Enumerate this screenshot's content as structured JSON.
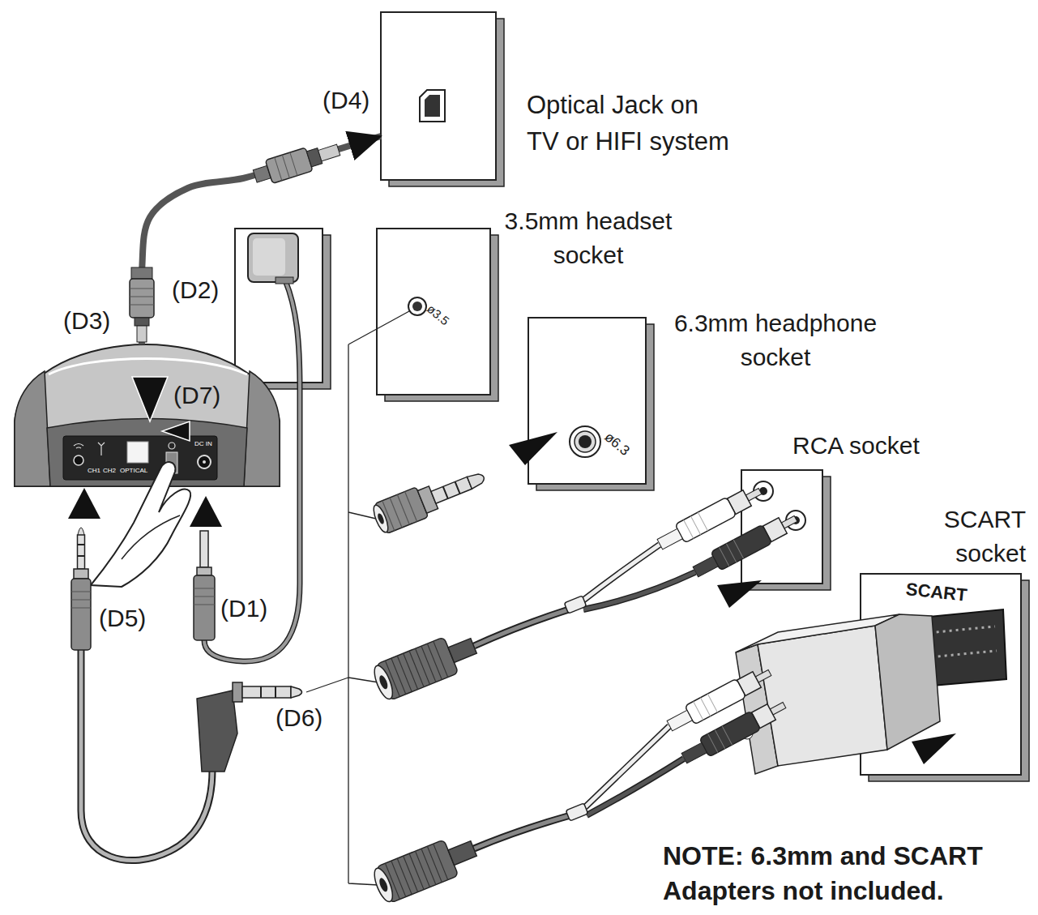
{
  "diagram": {
    "nodes": [
      {
        "text": [
          "Optical Jack on TV or HIFI system"
        ]
      },
      {
        "text": [
          "CH1",
          "CH2",
          "OPTICAL",
          "DC IN"
        ]
      },
      {
        "text": [
          "3.5mm headset socket",
          "ø3.5"
        ]
      },
      {
        "text": [
          "6.3mm headphone socket",
          "ø6.3"
        ]
      },
      {
        "text": [
          "RCA socket"
        ]
      },
      {
        "text": [
          "SCART socket",
          "SCART"
        ]
      }
    ],
    "edges": [
      {
        "from": 1,
        "to": 0,
        "arrow": "to"
      }
    ],
    "labels": [
      "(D4)",
      "(D3)",
      "(D2)",
      "(D7)",
      "(D5)",
      "(D1)",
      "(D6)",
      "NOTE: 6.3mm and SCART Adapters not included."
    ]
  }
}
